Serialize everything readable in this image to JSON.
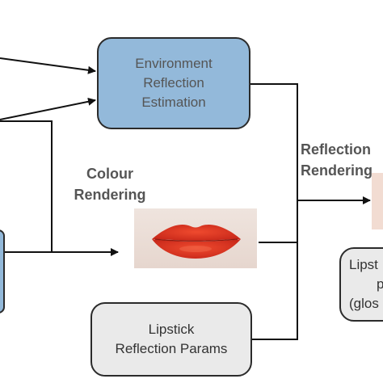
{
  "environment_box": {
    "line1": "Environment",
    "line2": "Reflection",
    "line3": "Estimation"
  },
  "colour_rendering": {
    "line1": "Colour",
    "line2": "Rendering"
  },
  "reflection_rendering": {
    "line1": "Reflection",
    "line2": "Rendering"
  },
  "lipstick_params_box": {
    "line1": "Lipstick",
    "line2": "Reflection Params"
  },
  "right_box": {
    "line1": "Lipst",
    "line2": "p",
    "line3": "(glos"
  },
  "colors": {
    "estimation_box": "#93b9da",
    "params_box": "#eaeaea",
    "lip_red": "#e0341f",
    "lines": "#111111"
  }
}
